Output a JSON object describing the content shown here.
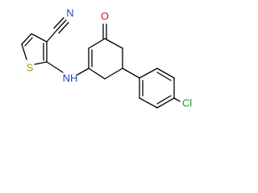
{
  "molecule": {
    "atoms": {
      "O": "O",
      "N": "N",
      "S": "S",
      "NH": "NH",
      "Cl": "Cl"
    },
    "colors": {
      "carbon": "#000000",
      "oxygen": "#d2191e",
      "nitrogen": "#1f3fbf",
      "sulfur": "#b39b00",
      "chlorine": "#1c9b1c"
    }
  }
}
